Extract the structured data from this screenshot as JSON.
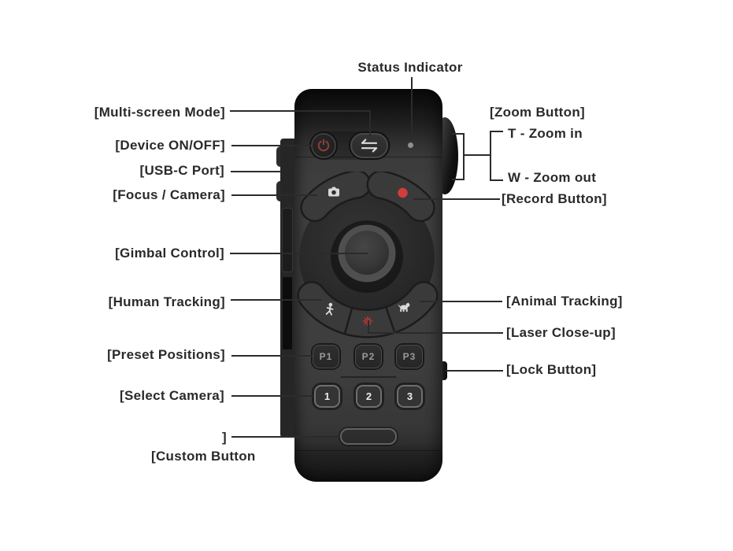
{
  "colors": {
    "label_text": "#2a2a2a",
    "line_color": "#2b2b2b",
    "accent_record": "#d43d3d",
    "accent_laser": "#c23636",
    "accent_power": "#8f3d3a",
    "status_dot": "#8f8f8f",
    "device_body": "#3d3d3d"
  },
  "labels": {
    "status_indicator": "Status Indicator",
    "multi_screen_mode": "[Multi-screen Mode]",
    "device_on_off": "[Device ON/OFF]",
    "usb_c_port": "[USB-C Port]",
    "focus_camera": "[Focus / Camera]",
    "gimbal_control": "[Gimbal Control]",
    "human_tracking": "[Human Tracking]",
    "preset_positions": "[Preset Positions]",
    "select_camera": "[Select Camera]",
    "custom_button_line1": "]",
    "custom_button_line2": "[Custom Button",
    "zoom_button": "[Zoom Button]",
    "zoom_in": "T - Zoom in",
    "zoom_out": "W - Zoom out",
    "record_button": "[Record Button]",
    "animal_tracking": "[Animal Tracking]",
    "laser_close_up": "[Laser Close-up]",
    "lock_button": "[Lock Button]"
  },
  "device": {
    "preset_buttons": [
      "P1",
      "P2",
      "P3"
    ],
    "camera_select_buttons": [
      "1",
      "2",
      "3"
    ],
    "icons": {
      "power-icon": "power symbol (red)",
      "multi-screen-icon": "swap arrows",
      "status-indicator-dot": "gray dot",
      "camera-icon": "camera glyph",
      "record-dot-icon": "red dot",
      "human-icon": "person figure",
      "dog-icon": "animal figure",
      "laser-icon": "red crosshair burst"
    }
  }
}
